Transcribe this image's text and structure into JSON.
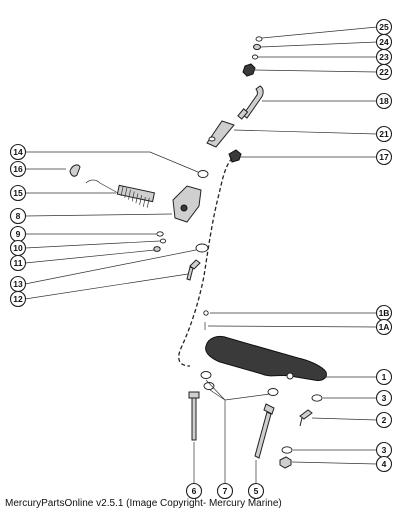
{
  "caption": "MercuryPartsOnline v2.5.1 (Image Copyright- Mercury Marine)",
  "callouts": [
    "25",
    "24",
    "23",
    "22",
    "18",
    "21",
    "17",
    "14",
    "16",
    "15",
    "8",
    "9",
    "10",
    "11",
    "13",
    "12",
    "1B",
    "1A",
    "1",
    "3",
    "2",
    "3",
    "4",
    "6",
    "7",
    "5"
  ]
}
